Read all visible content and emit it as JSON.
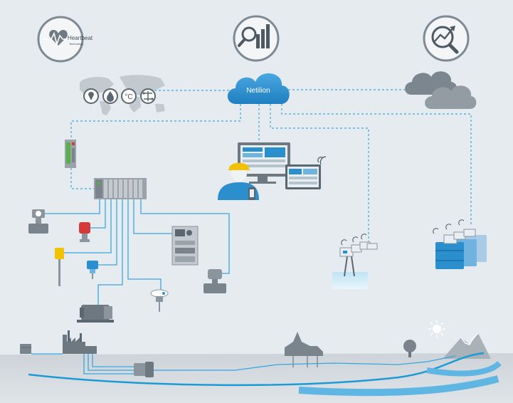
{
  "cloud": {
    "label": "Netilion"
  },
  "heartbeat": {
    "brand": "Heartbeat",
    "sub": "Technology"
  },
  "icons": {
    "top_left": "heartbeat-technology-icon",
    "top_center": "analytics-search-chart-icon",
    "top_right": "trend-analysis-magnifier-icon",
    "world_map_badges": [
      "location-pin-icon",
      "water-drop-icon",
      "temperature-celsius-icon",
      "network-icon"
    ]
  },
  "colors": {
    "background": "#e6ebef",
    "cloud_blue": "#2b8fce",
    "line_blue": "#3aa6dd",
    "river_blue": "#1c9ad6",
    "device_gray": "#8a959d",
    "red_device": "#d43a3a",
    "yellow_device": "#f2c200"
  }
}
